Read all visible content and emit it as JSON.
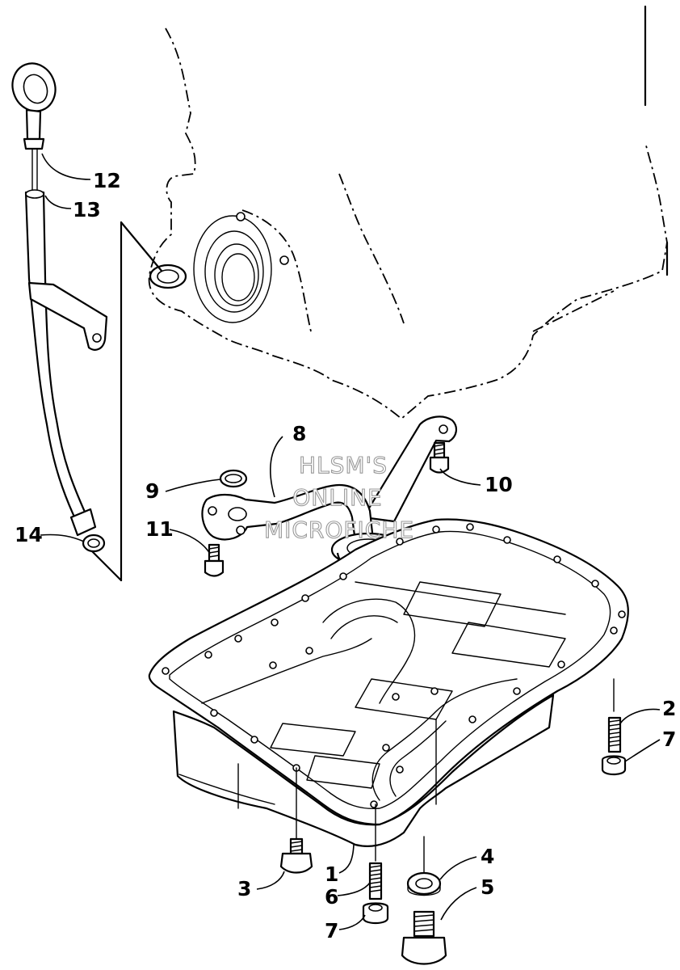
{
  "callouts": {
    "c1": "1",
    "c2": "2",
    "c3": "3",
    "c4": "4",
    "c5": "5",
    "c6": "6",
    "c7a": "7",
    "c7b": "7",
    "c8": "8",
    "c9": "9",
    "c10": "10",
    "c11": "11",
    "c12": "12",
    "c13": "13",
    "c14": "14"
  },
  "watermark": {
    "line1": "HLSM'S",
    "line2": "ONLINE",
    "line3": "MICROFICHE"
  }
}
